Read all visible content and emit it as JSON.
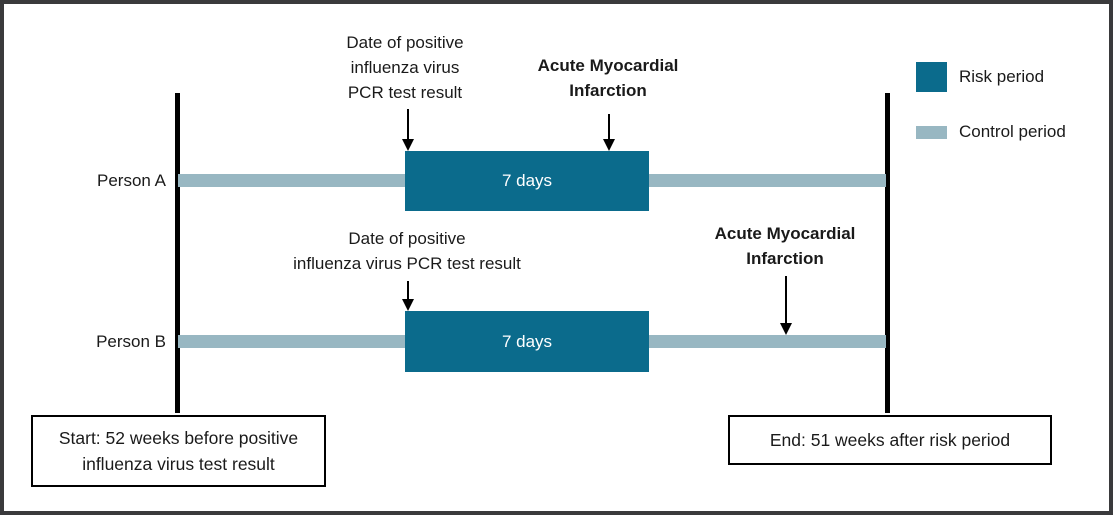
{
  "legend": {
    "risk": {
      "label": "Risk period"
    },
    "control": {
      "label": "Control period"
    }
  },
  "colors": {
    "risk_period": "#0B6B8C",
    "control_period": "#98B7C2",
    "frame": "#3A3A3C",
    "ink": "#000000"
  },
  "rows": {
    "a": {
      "label": "Person A",
      "risk_label": "7 days"
    },
    "b": {
      "label": "Person B",
      "risk_label": "7 days"
    }
  },
  "annotations": {
    "a_pcr": {
      "lines": [
        "Date of positive",
        "influenza virus",
        "PCR test result"
      ]
    },
    "a_ami": {
      "lines": [
        "Acute Myocardial",
        "Infarction"
      ]
    },
    "b_pcr": {
      "lines": [
        "Date of positive",
        "influenza virus PCR test result"
      ]
    },
    "b_ami": {
      "lines": [
        "Acute Myocardial",
        "Infarction"
      ]
    }
  },
  "endpoints": {
    "start": {
      "lines": [
        "Start: 52 weeks before positive",
        "influenza virus test result"
      ]
    },
    "end": {
      "label": "End: 51 weeks after risk period"
    }
  }
}
